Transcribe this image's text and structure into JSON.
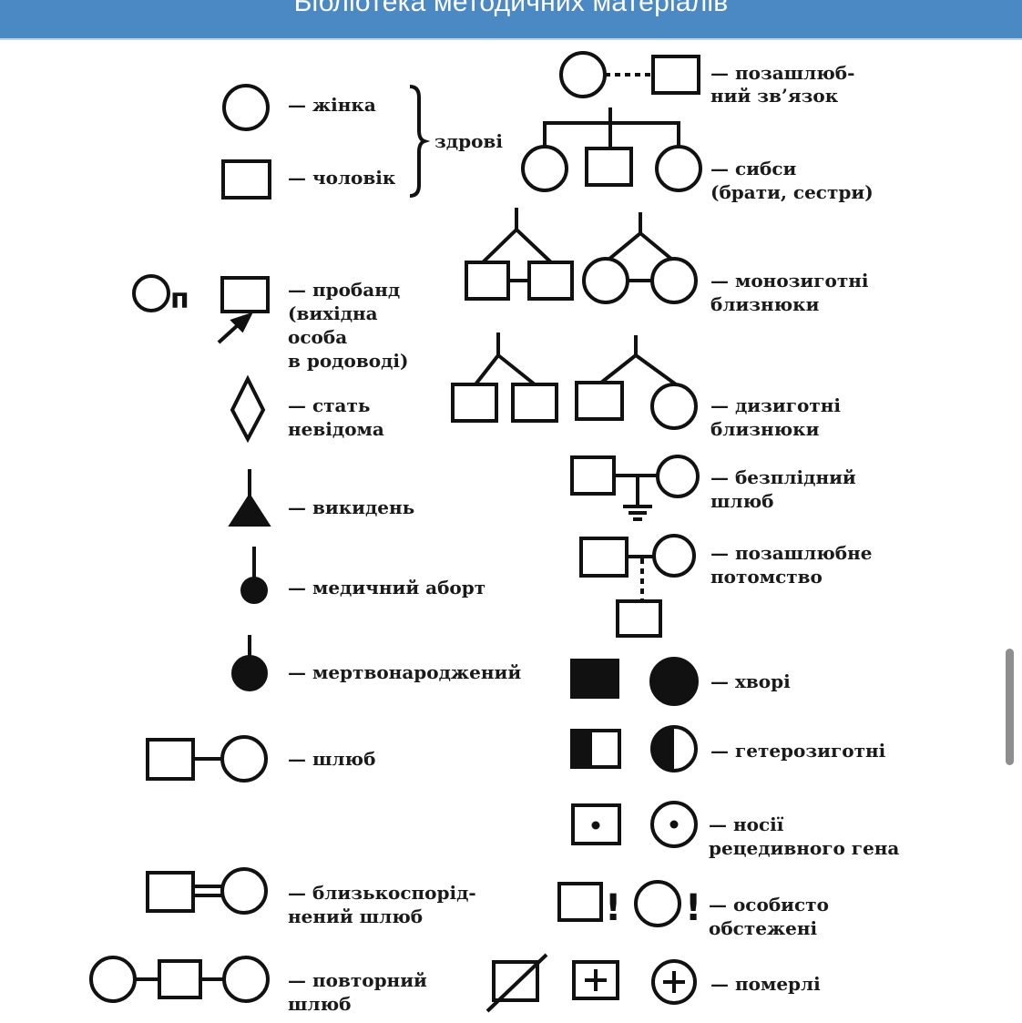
{
  "header": {
    "title": "Бібліотека методичних матеріалів"
  },
  "legend": {
    "female": [
      "— жінка"
    ],
    "male": [
      "— чоловік"
    ],
    "healthy": [
      "здрові"
    ],
    "extramarital_relation": [
      "— позашлюб-",
      "ний зв’язок"
    ],
    "siblings": [
      "— сибси",
      "(брати, сестри)"
    ],
    "proband_letter": "п",
    "proband": [
      "— пробанд",
      "(вихідна",
      "особа",
      "в родоводі)"
    ],
    "monozygotic": [
      "— монозиготні",
      "близнюки"
    ],
    "unknown_sex": [
      "— стать",
      "невідома"
    ],
    "dizygotic": [
      "— дизиготні",
      "близнюки"
    ],
    "infertile_marriage": [
      "— безплідний",
      "шлюб"
    ],
    "miscarriage": [
      "— викидень"
    ],
    "illegitimate_offspring": [
      "— позашлюбне",
      "потомство"
    ],
    "abortion": [
      "— медичний аборт"
    ],
    "stillborn": [
      "— мертвонароджений"
    ],
    "affected": [
      "— хворі"
    ],
    "marriage": [
      "— шлюб"
    ],
    "heterozygous": [
      "— гетерозиготні"
    ],
    "carriers": [
      "— носії",
      "рецедивного гена"
    ],
    "consanguineous": [
      "— близькоспорід-",
      "нений шлюб"
    ],
    "examined_mark": "!",
    "examined": [
      "— особисто",
      "обстежені"
    ],
    "repeated_marriage": [
      "— повторний",
      "шлюб"
    ],
    "deceased": [
      "— померлі"
    ]
  }
}
